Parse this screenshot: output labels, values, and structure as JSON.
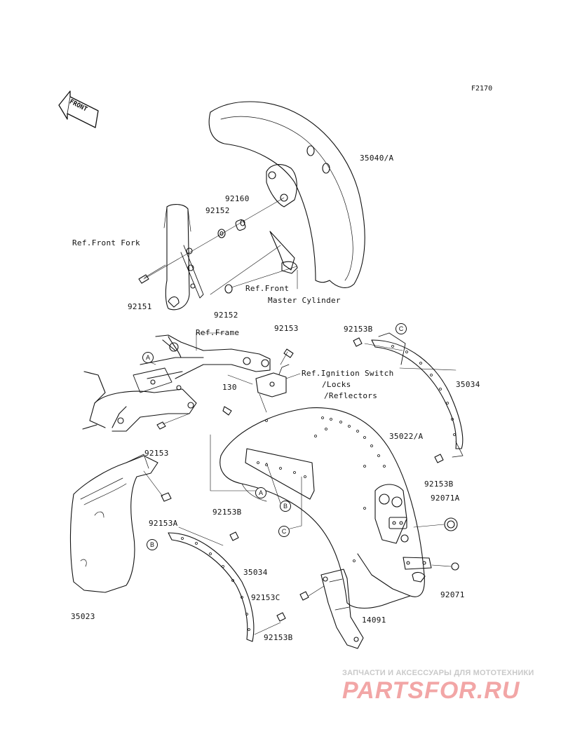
{
  "figure_code": "F2170",
  "front_label": "FRONT",
  "parts": {
    "p35040A": "35040/A",
    "p92160": "92160",
    "p92152a": "92152",
    "p92152b": "92152",
    "p92151": "92151",
    "p92153_top": "92153",
    "p92153B_top": "92153B",
    "p35034_right": "35034",
    "p130": "130",
    "p35022A": "35022/A",
    "p92153_left": "92153",
    "p92153B_right": "92153B",
    "p92071A": "92071A",
    "p92153A": "92153A",
    "p92153B_mid": "92153B",
    "p35034_low": "35034",
    "p92153C": "92153C",
    "p92071": "92071",
    "p35023": "35023",
    "p14091": "14091",
    "p92153B_low": "92153B"
  },
  "refs": {
    "front_fork": "Ref.Front Fork",
    "front_master_1": "Ref.Front",
    "front_master_2": "Master Cylinder",
    "frame": "Ref.Frame",
    "ignition_1": "Ref.Ignition Switch",
    "ignition_2": "/Locks",
    "ignition_3": "/Reflectors"
  },
  "callouts": {
    "a1": "A",
    "a2": "A",
    "b1": "B",
    "b2": "B",
    "c1": "C",
    "c2": "C"
  },
  "watermark": {
    "top": "ЗАПЧАСТИ И АКСЕССУАРЫ ДЛЯ МОТОТЕХНИКИ",
    "brand": "PARTSFOR.RU"
  }
}
